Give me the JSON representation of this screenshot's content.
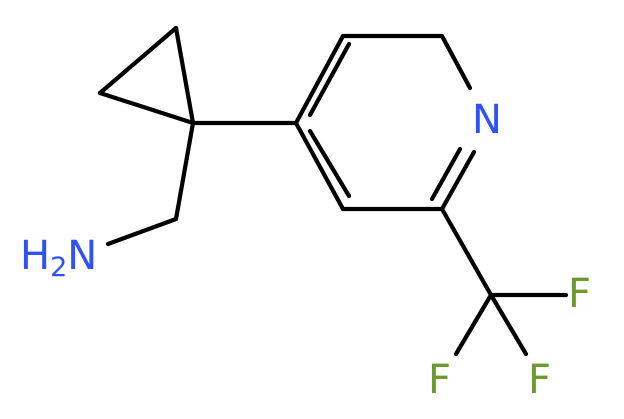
{
  "molecule": {
    "atoms": {
      "amine": {
        "symbol": "H",
        "subscript": "2",
        "suffix": "N",
        "color": "#3050F8"
      },
      "ring_nitrogen": {
        "symbol": "N",
        "color": "#3050F8"
      },
      "fluorine_right": {
        "symbol": "F",
        "color": "#6C9A2E"
      },
      "fluorine_left": {
        "symbol": "F",
        "color": "#6C9A2E"
      },
      "fluorine_bottom": {
        "symbol": "F",
        "color": "#6C9A2E"
      }
    },
    "bond_color": "#000000"
  }
}
